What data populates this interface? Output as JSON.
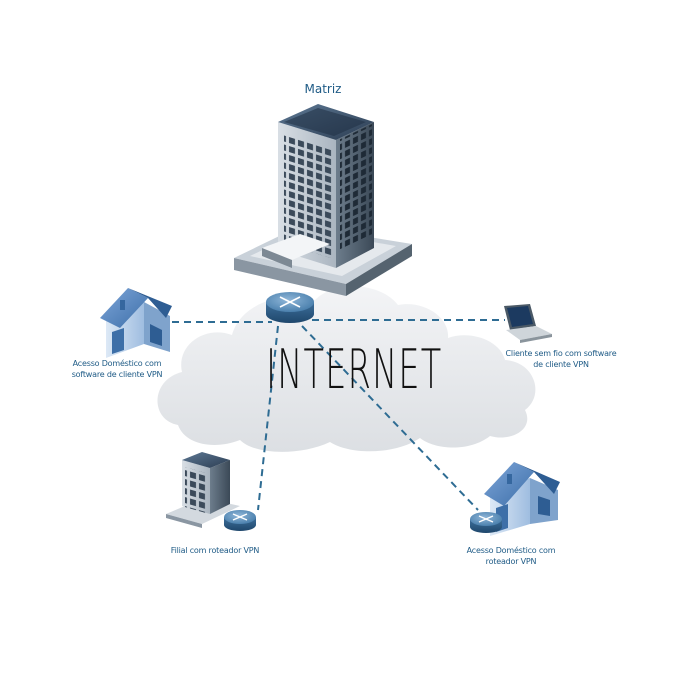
{
  "diagram": {
    "title": "Matriz",
    "center": "INTERNET",
    "nodes": [
      {
        "id": "home-vpn-software",
        "lines": [
          "Acesso Doméstico com",
          "software de cliente VPN"
        ]
      },
      {
        "id": "wireless-client",
        "lines": [
          "Cliente sem fio com software",
          "de cliente VPN"
        ]
      },
      {
        "id": "branch-router",
        "lines": [
          "Filial com roteador VPN"
        ]
      },
      {
        "id": "home-vpn-router",
        "lines": [
          "Acesso Doméstico com",
          "roteador VPN"
        ]
      }
    ],
    "edges": [
      [
        "hq-router",
        "home-vpn-software"
      ],
      [
        "hq-router",
        "wireless-client"
      ],
      [
        "hq-router",
        "branch-router"
      ],
      [
        "hq-router",
        "home-vpn-router"
      ]
    ],
    "colors": {
      "link": "#2e6c93",
      "label": "#1f5b86",
      "router": "#4f86b4",
      "cloud": "#e6e8eb"
    }
  }
}
